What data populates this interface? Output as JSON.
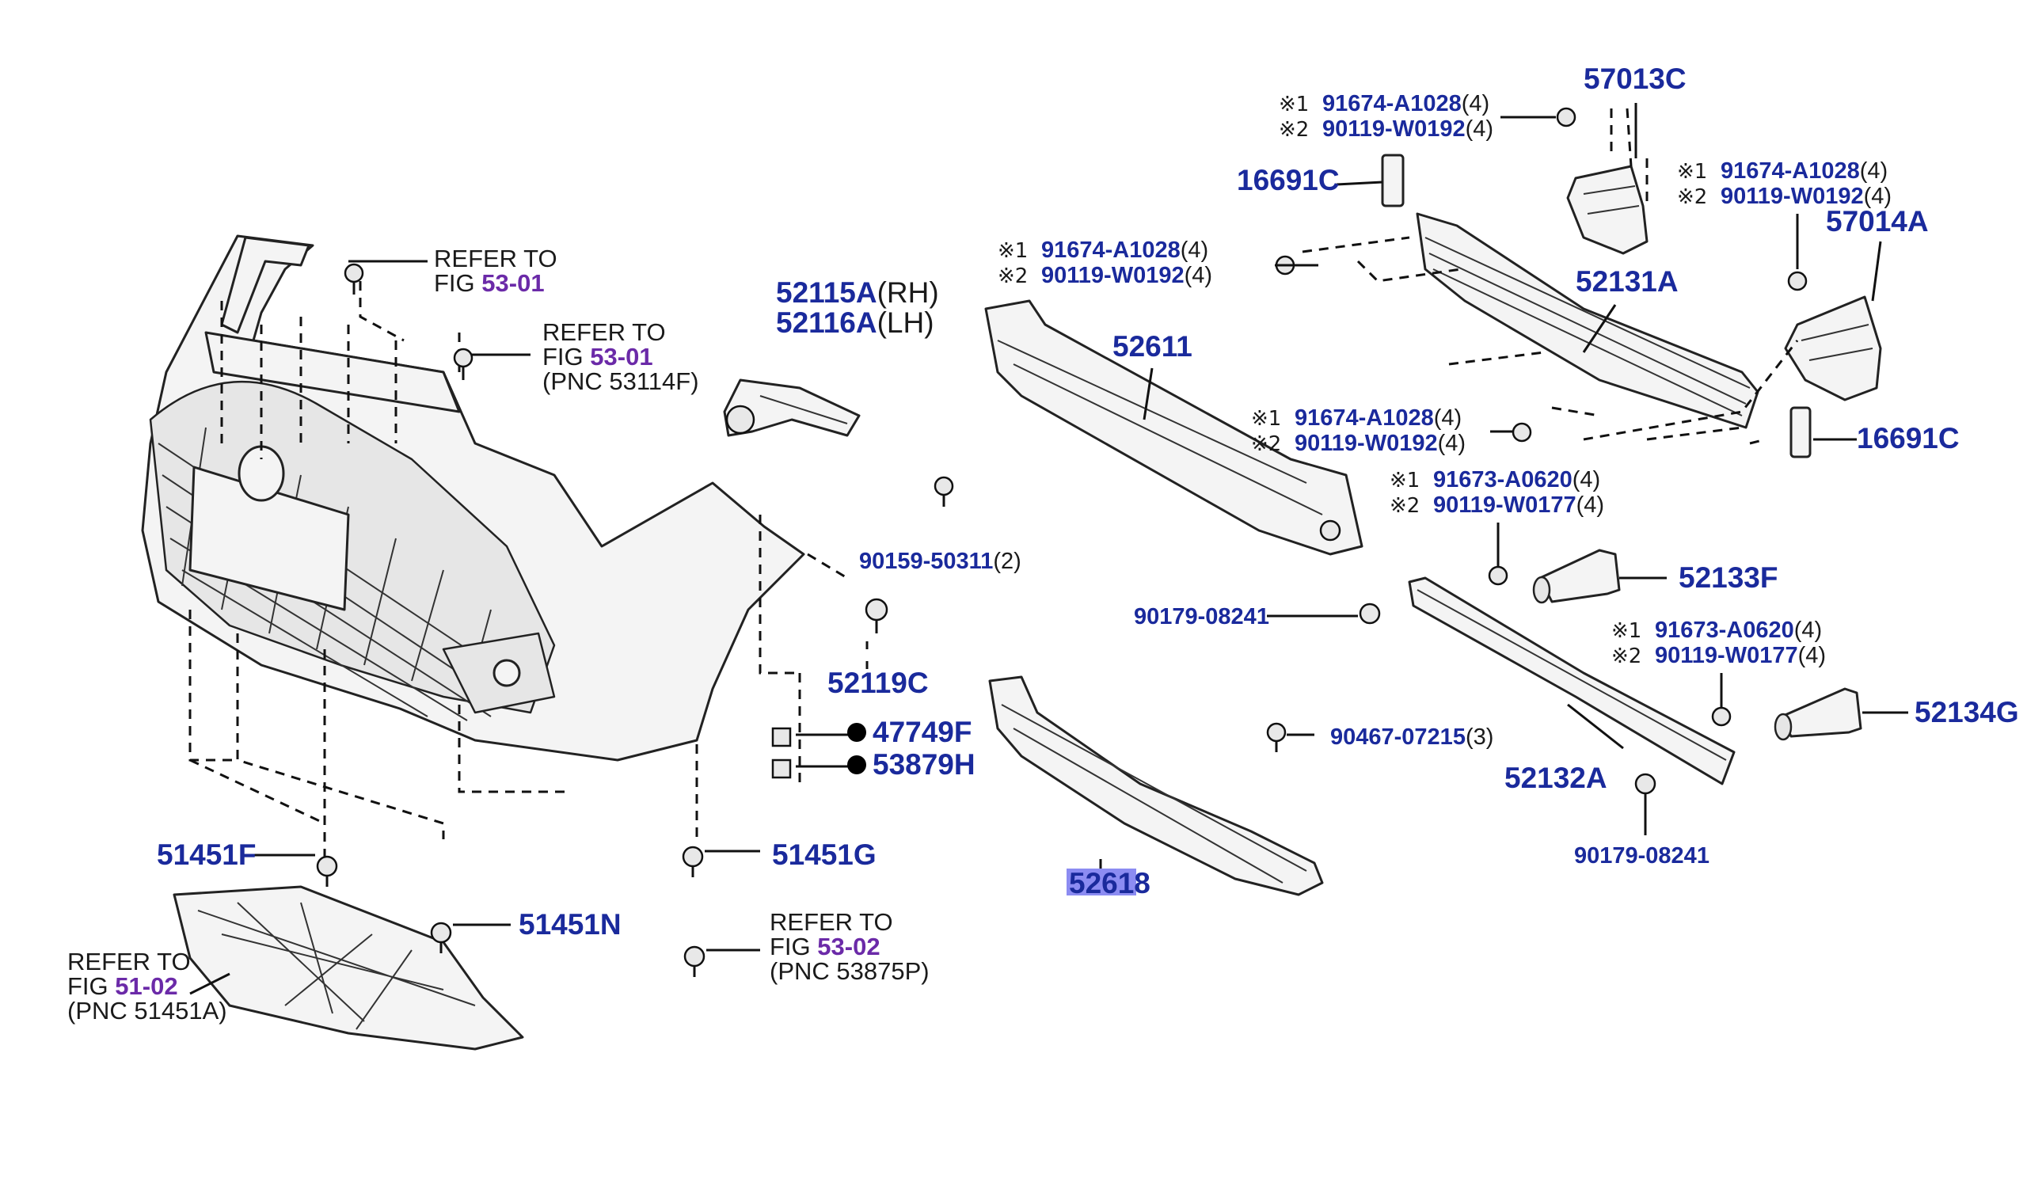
{
  "labels": {
    "p57013c": "57013C",
    "p16691c_top": "16691C",
    "p16691c_right": "16691C",
    "p57014a": "57014A",
    "p52131a": "52131A",
    "p52611": "52611",
    "p52115a": "52115A",
    "p52115a_side": "(RH)",
    "p52116a": "52116A",
    "p52116a_side": "(LH)",
    "p90159": "90159-50311",
    "p90159_qty": "(2)",
    "p52119c": "52119C",
    "p47749f": "47749F",
    "p53879h": "53879H",
    "p52133f": "52133F",
    "p52134g": "52134G",
    "p52132a": "52132A",
    "p90179_a": "90179-08241",
    "p90179_b": "90179-08241",
    "p90467": "90467-07215",
    "p90467_qty": "(3)",
    "p52618": "52618",
    "p51451f": "51451F",
    "p51451g": "51451G",
    "p51451n": "51451N"
  },
  "callouts": {
    "top_right": {
      "mark1": "※1",
      "num1": "91674-A1028",
      "qty1": "(4)",
      "mark2": "※2",
      "num2": "90119-W0192",
      "qty2": "(4)"
    },
    "right_57014": {
      "mark1": "※1",
      "num1": "91674-A1028",
      "qty1": "(4)",
      "mark2": "※2",
      "num2": "90119-W0192",
      "qty2": "(4)"
    },
    "mid_left": {
      "mark1": "※1",
      "num1": "91674-A1028",
      "qty1": "(4)",
      "mark2": "※2",
      "num2": "90119-W0192",
      "qty2": "(4)"
    },
    "mid_lower": {
      "mark1": "※1",
      "num1": "91674-A1028",
      "qty1": "(4)",
      "mark2": "※2",
      "num2": "90119-W0192",
      "qty2": "(4)"
    },
    "bracket_52133f": {
      "mark1": "※1",
      "num1": "91673-A0620",
      "qty1": "(4)",
      "mark2": "※2",
      "num2": "90119-W0177",
      "qty2": "(4)"
    },
    "bracket_52134g": {
      "mark1": "※1",
      "num1": "91673-A0620",
      "qty1": "(4)",
      "mark2": "※2",
      "num2": "90119-W0177",
      "qty2": "(4)"
    }
  },
  "references": {
    "ref1": {
      "line1": "REFER TO",
      "fig_prefix": "FIG ",
      "fig": "53-01"
    },
    "ref2": {
      "line1": "REFER TO",
      "fig_prefix": "FIG ",
      "fig": "53-01",
      "line3": "(PNC 53114F)"
    },
    "ref3": {
      "line1": "REFER TO",
      "fig_prefix": "FIG ",
      "fig": "53-02",
      "line3": "(PNC 53875P)"
    },
    "ref4": {
      "line1": "REFER TO",
      "fig_prefix": "FIG ",
      "fig": "51-02",
      "line3": "(PNC 51451A)"
    }
  },
  "colors": {
    "part_number": "#1a2a9c",
    "figure_ref": "#6b2aa8",
    "highlight": "#8c8cf2",
    "line": "#111111"
  }
}
